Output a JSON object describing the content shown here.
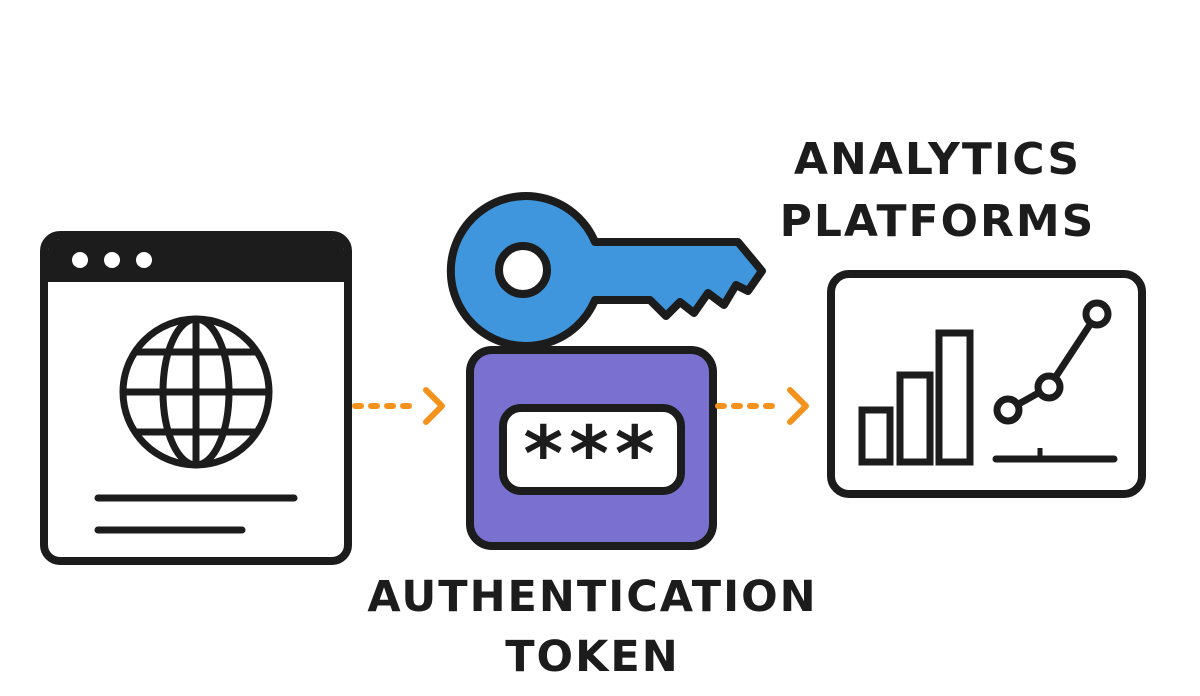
{
  "labels": {
    "analytics_line1": "ANALYTICS",
    "analytics_line2": "PLATFORMS",
    "auth_line1": "AUTHENTICATION",
    "auth_line2": "TOKEN"
  },
  "token": {
    "masked_value": "***"
  },
  "nodes": [
    {
      "id": "website",
      "icon": "browser-globe-icon"
    },
    {
      "id": "auth-token",
      "icon": "key-and-token-icon"
    },
    {
      "id": "analytics",
      "icon": "chart-dashboard-icon"
    }
  ],
  "colors": {
    "outline": "#1c1c1c",
    "key_blue": "#3f96dc",
    "token_purple": "#7a70d0",
    "arrow_orange": "#f4921e",
    "background": "#ffffff"
  }
}
